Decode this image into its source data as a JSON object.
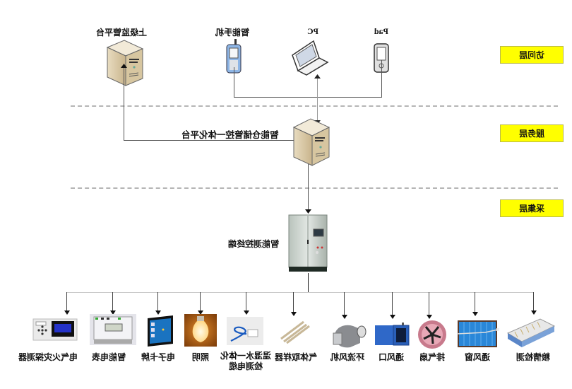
{
  "orientation": "mirrored-horizontally",
  "layers": [
    {
      "id": "access",
      "label": "访问层"
    },
    {
      "id": "service",
      "label": "服务层"
    },
    {
      "id": "collection",
      "label": "采集层"
    }
  ],
  "access_layer": {
    "superior_platform": "上级监管平台",
    "smartphone": "智能手机",
    "pc": "PC",
    "pad": "Pad"
  },
  "service_layer": {
    "platform": "智能仓储管控一体化平台"
  },
  "collection_layer": {
    "terminal": "智能测控终端"
  },
  "devices": [
    {
      "label": "电气火灾探测器",
      "icon": "fire-detector-icon"
    },
    {
      "label": "智能电表",
      "icon": "smart-meter-icon"
    },
    {
      "label": "电子卡牌",
      "icon": "electronic-card-icon"
    },
    {
      "label": "照明",
      "icon": "lighting-bulb-icon"
    },
    {
      "label": "温湿水一体化检测电缆",
      "label_line1": "温湿水一体化",
      "label_line2": "检测电缆",
      "icon": "sensor-cable-icon"
    },
    {
      "label": "气体取样器",
      "icon": "gas-sampler-icon"
    },
    {
      "label": "环流风机",
      "icon": "circulation-fan-icon"
    },
    {
      "label": "通风口",
      "icon": "vent-icon"
    },
    {
      "label": "排气扇",
      "icon": "exhaust-fan-icon"
    },
    {
      "label": "通风窗",
      "icon": "vent-window-icon"
    },
    {
      "label": "粮情检测",
      "icon": "grain-monitor-icon"
    }
  ]
}
